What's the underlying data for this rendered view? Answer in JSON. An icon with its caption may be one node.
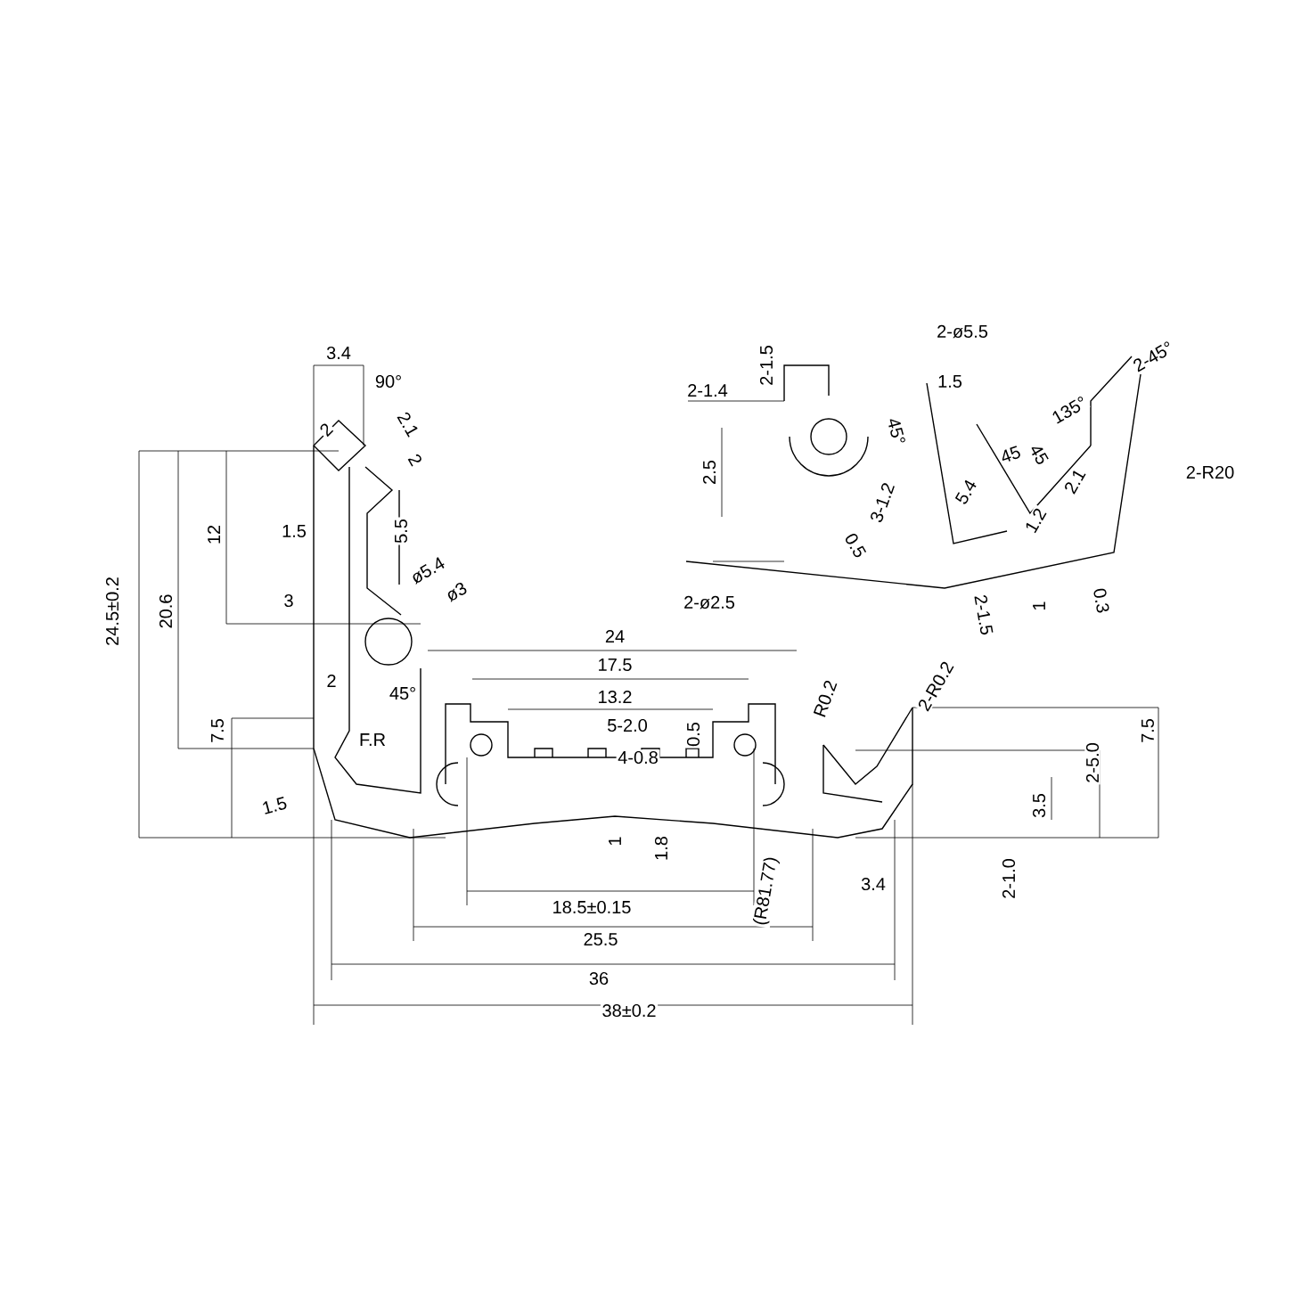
{
  "diagram": {
    "labels": [
      "3.4",
      "90°",
      "2",
      "2.1",
      "2",
      "12",
      "20.6",
      "24.5±0.2",
      "1.5",
      "5.5",
      "ø5.4",
      "ø3",
      "3",
      "2",
      "45°",
      "7.5",
      "F.R",
      "1.5",
      "24",
      "17.5",
      "13.2",
      "5-2.0",
      "4-0.8",
      "0.5",
      "R0.2",
      "2-R0.2",
      "7.5",
      "2-5.0",
      "3.5",
      "1",
      "1.8",
      "2-1.0",
      "3.4",
      "(R81.77)",
      "18.5±0.15",
      "25.5",
      "36",
      "38±0.2",
      "2-45°",
      "2-ø5.5",
      "2-1.5",
      "2-1.4",
      "1.5",
      "135°",
      "45°",
      "45",
      "45",
      "2.5",
      "3-1.2",
      "5.4",
      "2.1",
      "1.2",
      "2-R20",
      "0.5",
      "2-ø2.5",
      "1",
      "0.3",
      "2-1.5"
    ]
  }
}
